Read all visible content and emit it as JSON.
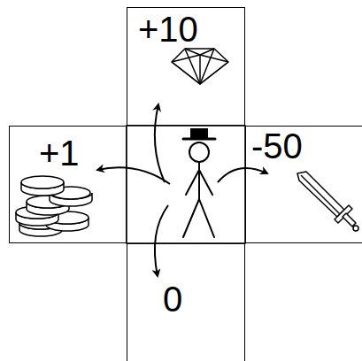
{
  "diagram": {
    "nodes": [
      {
        "text": [
          "+10"
        ]
      },
      {
        "text": [
          "+1"
        ]
      },
      {
        "text": [
          "-50"
        ]
      },
      {
        "text": [
          "0"
        ]
      }
    ]
  }
}
